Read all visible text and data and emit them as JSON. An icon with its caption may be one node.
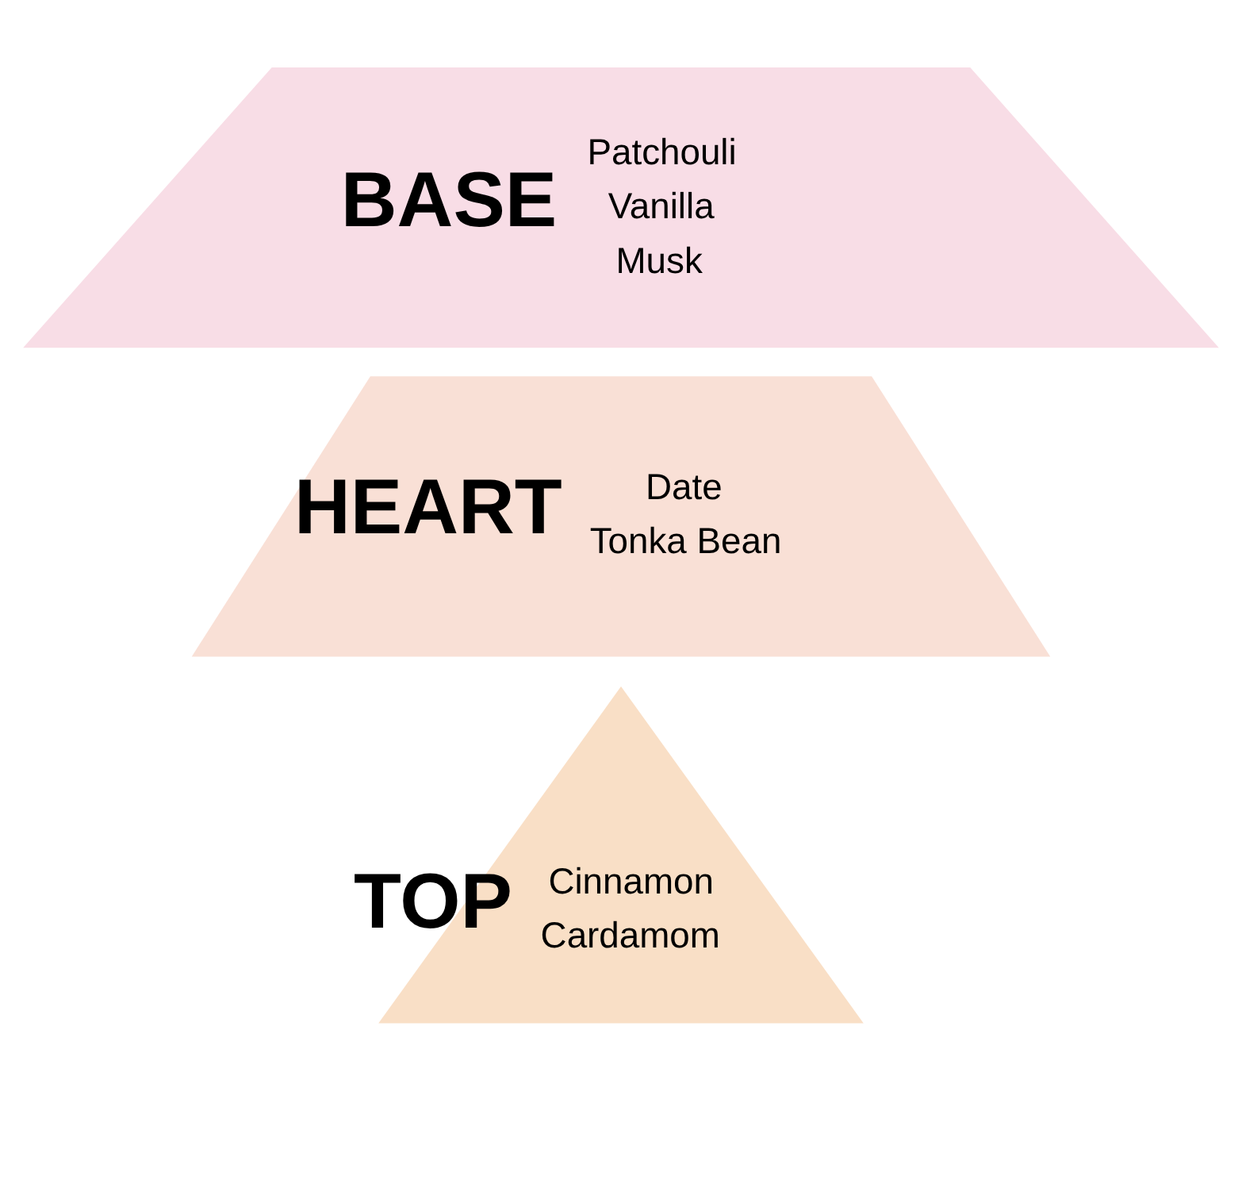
{
  "diagram": {
    "nodes": [
      {
        "text": [
          "TOP",
          "Cinnamon",
          "Cardamom"
        ]
      },
      {
        "text": [
          "HEART",
          "Date",
          "Tonka Bean"
        ]
      },
      {
        "text": [
          "BASE",
          "Patchouli",
          "Vanilla",
          "Musk"
        ]
      }
    ]
  }
}
